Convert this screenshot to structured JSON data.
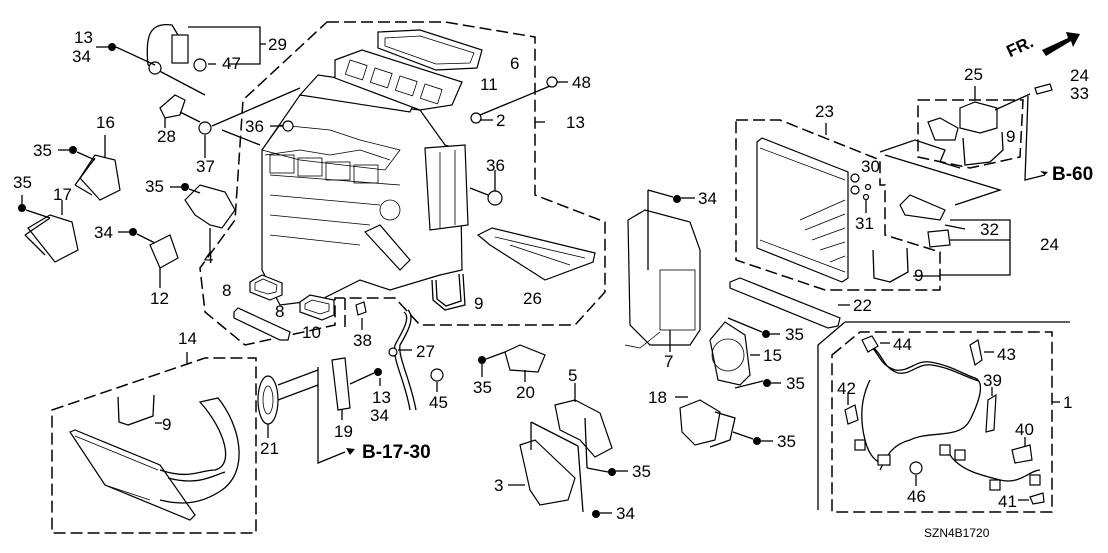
{
  "diagram": {
    "title": "Heater unit exploded parts diagram",
    "diagram_code": "SZN4B1720",
    "direction_label": "FR.",
    "references": {
      "b60": "B-60",
      "b1730": "B-17-30"
    },
    "callouts": {
      "c13a": "13",
      "c34a": "34",
      "c29": "29",
      "c47": "47",
      "c28": "28",
      "c37": "37",
      "c36a": "36",
      "c16": "16",
      "c35a": "35",
      "c35b": "35",
      "c17": "17",
      "c35c": "35",
      "c4": "4",
      "c34b": "34",
      "c12": "12",
      "c6": "6",
      "c11": "11",
      "c48": "48",
      "c2": "2",
      "c13b": "13",
      "c36b": "36",
      "c26": "26",
      "c9a": "9",
      "c8a": "8",
      "c8b": "8",
      "c10": "10",
      "c38": "38",
      "c27": "27",
      "c14": "14",
      "c9b": "9",
      "c21": "21",
      "c19": "19",
      "c13c": "13",
      "c34c": "34",
      "c45": "45",
      "c35d": "35",
      "c20": "20",
      "c5": "5",
      "c35e": "35",
      "c3": "3",
      "c34d": "34",
      "c34e": "34",
      "c7": "7",
      "c35f": "35",
      "c15": "15",
      "c35g": "35",
      "c18": "18",
      "c35h": "35",
      "c23": "23",
      "c30": "30",
      "c31": "31",
      "c22": "22",
      "c9c": "9",
      "c25": "25",
      "c24a": "24",
      "c33": "33",
      "c9d": "9",
      "c32": "32",
      "c24b": "24",
      "c44": "44",
      "c43": "43",
      "c42": "42",
      "c39": "39",
      "c40": "40",
      "c46": "46",
      "c41": "41",
      "c1": "1"
    }
  }
}
